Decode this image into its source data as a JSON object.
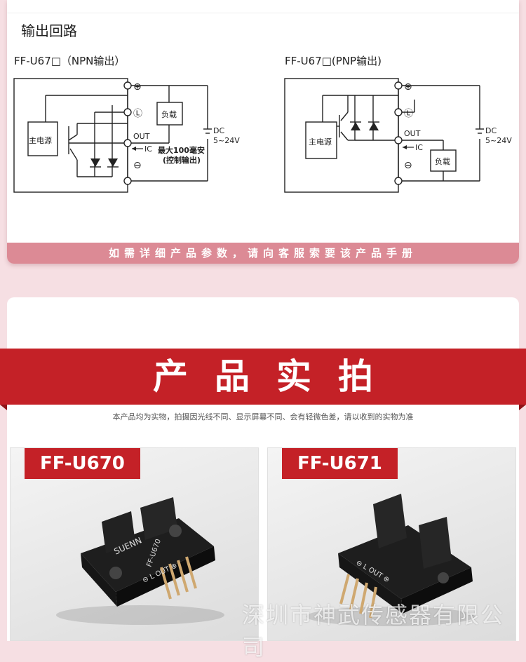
{
  "section": {
    "title": "输出回路",
    "npn_caption": "FF-U67□（NPN输出）",
    "pnp_caption": "FF-U67□(PNP输出)"
  },
  "circuit": {
    "main_circuit": "主电源",
    "load": "负载",
    "out": "OUT",
    "ic": "IC",
    "dc": "DC",
    "voltage": "5~24V",
    "max_current": "最大100毫安",
    "control_output": "(控制输出)",
    "plus": "⊕",
    "minus": "⊖",
    "l_terminal": "Ⓛ"
  },
  "banner_notice": "如需详细产品参数，请向客服索要该产品手册",
  "photos_section": {
    "title": "产品实拍",
    "note": "本产品均为实物，拍摄因光线不同、显示屏幕不同、会有轻微色差，请以收到的实物为准",
    "products": [
      {
        "model": "FF-U670",
        "body_text": "FF-U670",
        "brand": "SUENN",
        "pins_label": "⊖ L OUT ⊕"
      },
      {
        "model": "FF-U671",
        "pins_label": "⊖ L OUT ⊕"
      }
    ],
    "watermark": "深圳市神武传感器有限公司"
  },
  "colors": {
    "accent_red": "#c42127",
    "banner_pink": "#dc8a95",
    "page_bg": "#f6dfe3"
  }
}
